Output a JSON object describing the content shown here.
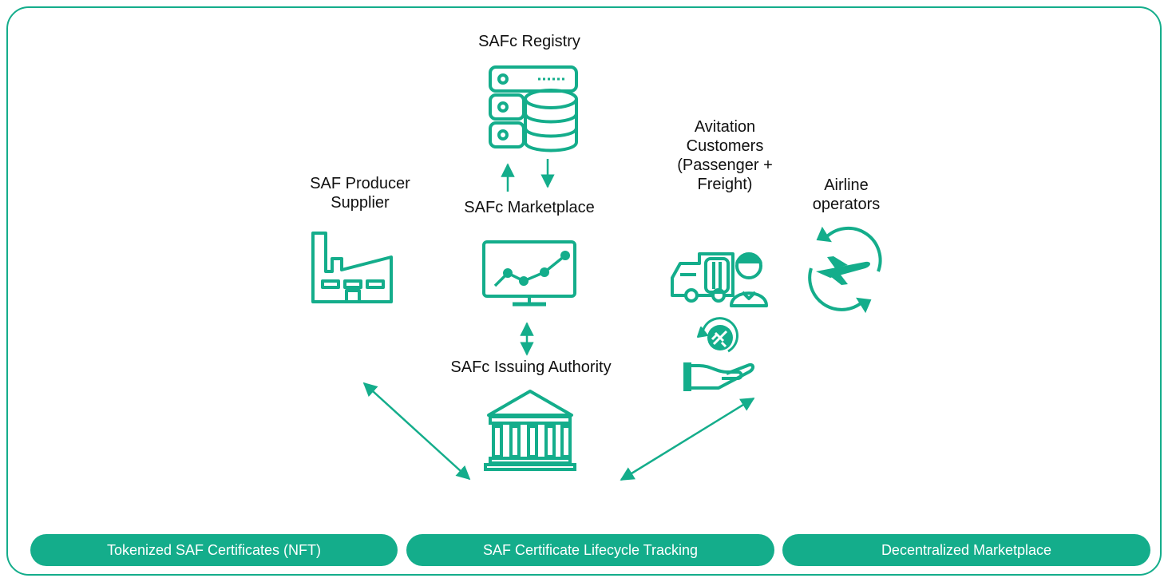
{
  "theme": {
    "accent": "#14ad8b",
    "text": "#111111",
    "background": "#ffffff"
  },
  "nodes": {
    "registry": {
      "label": "SAFc Registry",
      "icon": "database-server-icon"
    },
    "marketplace": {
      "label": "SAFc Marketplace",
      "icon": "chart-monitor-icon"
    },
    "issuing_authority": {
      "label": "SAFc Issuing Authority",
      "icon": "government-building-icon"
    },
    "producer": {
      "label": "SAF Producer\nSupplier",
      "icon": "factory-icon"
    },
    "customers": {
      "label": "Avitation\nCustomers\n(Passenger +\nFreight)",
      "icon": "passenger-freight-icon"
    },
    "airline": {
      "label": "Airline\noperators",
      "icon": "airplane-cycle-icon"
    },
    "service": {
      "icon": "hand-airplane-icon"
    }
  },
  "features": [
    {
      "label": "Tokenized SAF Certificates (NFT)"
    },
    {
      "label": "SAF Certificate Lifecycle Tracking"
    },
    {
      "label": "Decentralized Marketplace"
    }
  ]
}
